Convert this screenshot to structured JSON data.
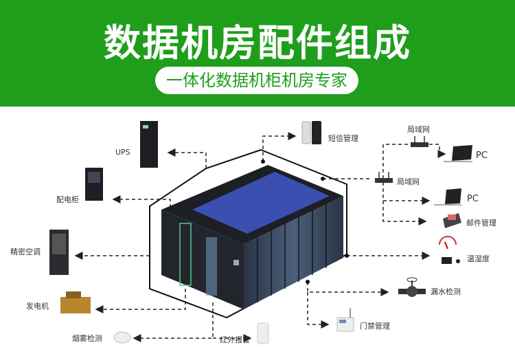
{
  "header": {
    "title": "数据机房配件组成",
    "subtitle": "一体化数据机柜机房专家"
  },
  "left_components": {
    "ups": "UPS",
    "distribution_cabinet": "配电柜",
    "precision_ac": "精密空调",
    "generator": "发电机",
    "smoke_detection": "烟雾检测",
    "infrared_alarm": "红外报警"
  },
  "right_components": {
    "sms": "短信管理",
    "lan_top": "局域网",
    "pc_top": "PC",
    "lan_mid": "局域网",
    "pc_mid": "PC",
    "email": "邮件管理",
    "temp_humidity": "温湿度",
    "leak_detection": "漏水检测",
    "access_control": "门禁管理"
  },
  "colors": {
    "header_green": "#1f9e1c",
    "rack_blue": "#3a4fb0",
    "rack_dark": "#2a3445"
  }
}
